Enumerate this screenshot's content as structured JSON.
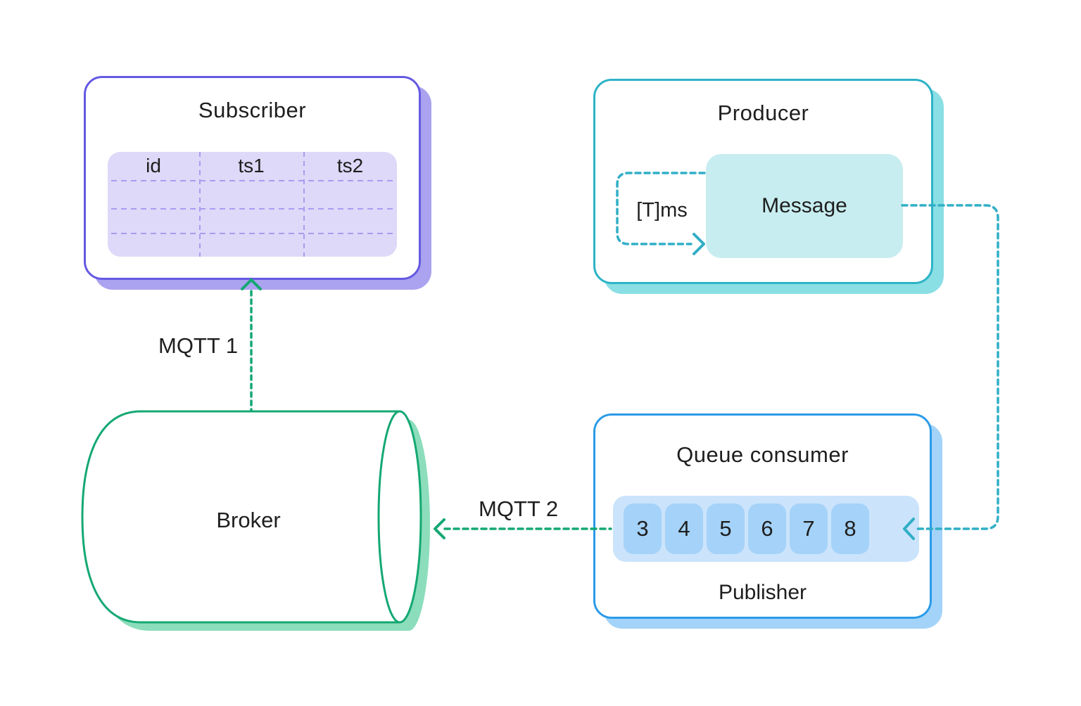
{
  "subscriber": {
    "title": "Subscriber",
    "table": {
      "columns": [
        "id",
        "ts1",
        "ts2"
      ],
      "empty_rows": 3
    }
  },
  "producer": {
    "title": "Producer",
    "timer_label": "[T]ms",
    "message_label": "Message"
  },
  "broker": {
    "title": "Broker"
  },
  "queue": {
    "title": "Queue consumer",
    "subtitle": "Publisher",
    "items": [
      "3",
      "4",
      "5",
      "6",
      "7",
      "8"
    ]
  },
  "arrows": {
    "mqtt1_label": "MQTT 1",
    "mqtt2_label": "MQTT 2"
  },
  "colors": {
    "purple_border": "#6559e2",
    "purple_shadow": "#aba2f0",
    "purple_table_bg": "#ded9f8",
    "purple_dash": "#a79df0",
    "teal_border": "#2cb3c6",
    "teal_shadow": "#8adfe4",
    "message_bg": "#c8edf0",
    "teal_dash": "#31afc6",
    "blue_border": "#2b9be8",
    "blue_shadow": "#a3d3f8",
    "queue_strip_bg": "#cbe4fc",
    "queue_cell_bg": "#a5d2f8",
    "green_stroke": "#14a873",
    "green_shadow": "#8cddbb",
    "text": "#1e1e1e"
  }
}
